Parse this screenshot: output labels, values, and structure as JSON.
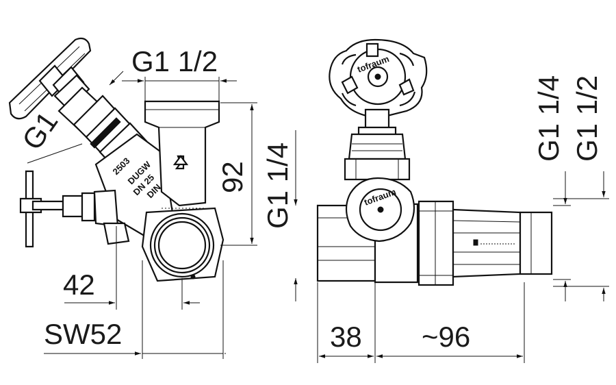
{
  "left_view": {
    "dim_top": "G1 1/2",
    "dim_left": "G1",
    "dim_height": "92",
    "dim_side": "G1 1/4",
    "dim_offset": "42",
    "dim_wrench": "SW52",
    "body_marking_1": "2503",
    "body_marking_2": "DUGW",
    "body_marking_3": "DN 25",
    "body_marking_4": "DIN"
  },
  "right_view": {
    "dim_inner": "G1 1/4",
    "dim_outer": "G1 1/2",
    "dim_length_a": "38",
    "dim_length_b": "~96",
    "handwheel_text_big": "tofraum",
    "handwheel_text_small": "tofraum"
  },
  "colors": {
    "line": "#111111",
    "background": "#ffffff"
  }
}
